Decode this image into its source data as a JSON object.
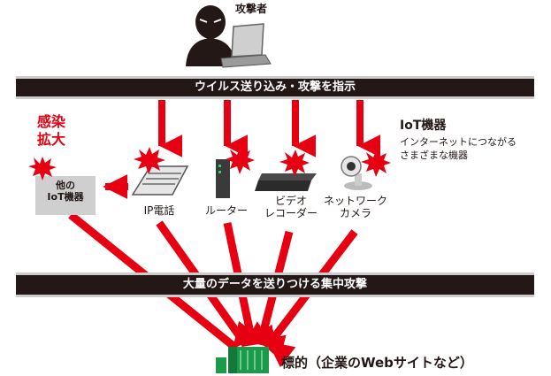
{
  "attacker": {
    "label": "攻撃者"
  },
  "bars": {
    "command": "ウイルス送り込み・攻撃を指示",
    "attack": "大量のデータを送りつける集中攻撃"
  },
  "infection": {
    "line1": "感染",
    "line2": "拡大"
  },
  "iot": {
    "title": "IoT機器",
    "desc1": "インターネットにつながる",
    "desc2": "さまざまな機器"
  },
  "devices": {
    "other": {
      "line1": "他の",
      "line2": "IoT機器"
    },
    "ip_phone": "IP電話",
    "router": "ルーター",
    "video_recorder": {
      "line1": "ビデオ",
      "line2": "レコーダー"
    },
    "network_camera": {
      "line1": "ネットワーク",
      "line2": "カメラ"
    }
  },
  "target": {
    "label": "標的（企業のWebサイトなど）"
  },
  "colors": {
    "arrow": "#e60012",
    "bar": "#231815",
    "building": "#1a9a4a",
    "text": "#231815"
  }
}
